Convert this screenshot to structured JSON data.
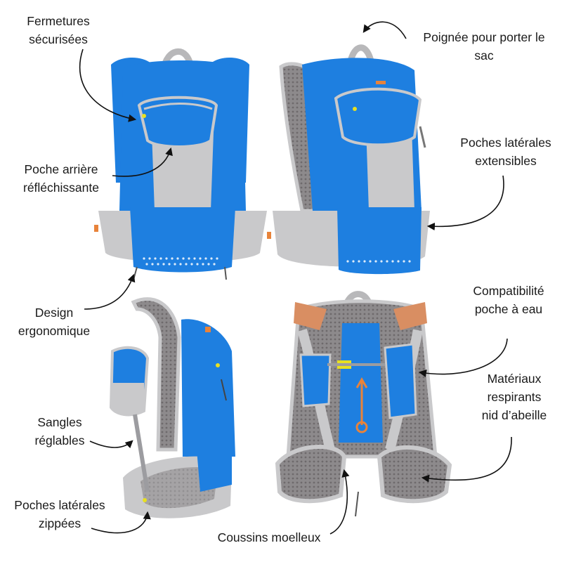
{
  "annotations": {
    "secure_closures": "Fermetures\nsécurisées",
    "reflective_back_pocket": "Poche arrière\nréfléchissante",
    "ergonomic_design": "Design\nergonomique",
    "adjustable_straps": "Sangles\nréglables",
    "zipped_side_pockets": "Poches latérales\nzippées",
    "carry_handle": "Poignée pour porter le\nsac",
    "extensible_side_pockets": "Poches latérales\nextensibles",
    "water_bladder": "Compatibilité\npoche à eau",
    "honeycomb_materials": "Matériaux\nrespirants\nnid d’abeille",
    "soft_cushions": "Coussins moelleux"
  },
  "colors": {
    "bag_blue": "#1e7fe0",
    "bag_blue_dark": "#1464b8",
    "bag_grey": "#c9c9cb",
    "bag_grey_dark": "#9c9ca0",
    "accent_orange": "#e8833a",
    "zip_yellow": "#e8e020",
    "arrow": "#111111"
  }
}
